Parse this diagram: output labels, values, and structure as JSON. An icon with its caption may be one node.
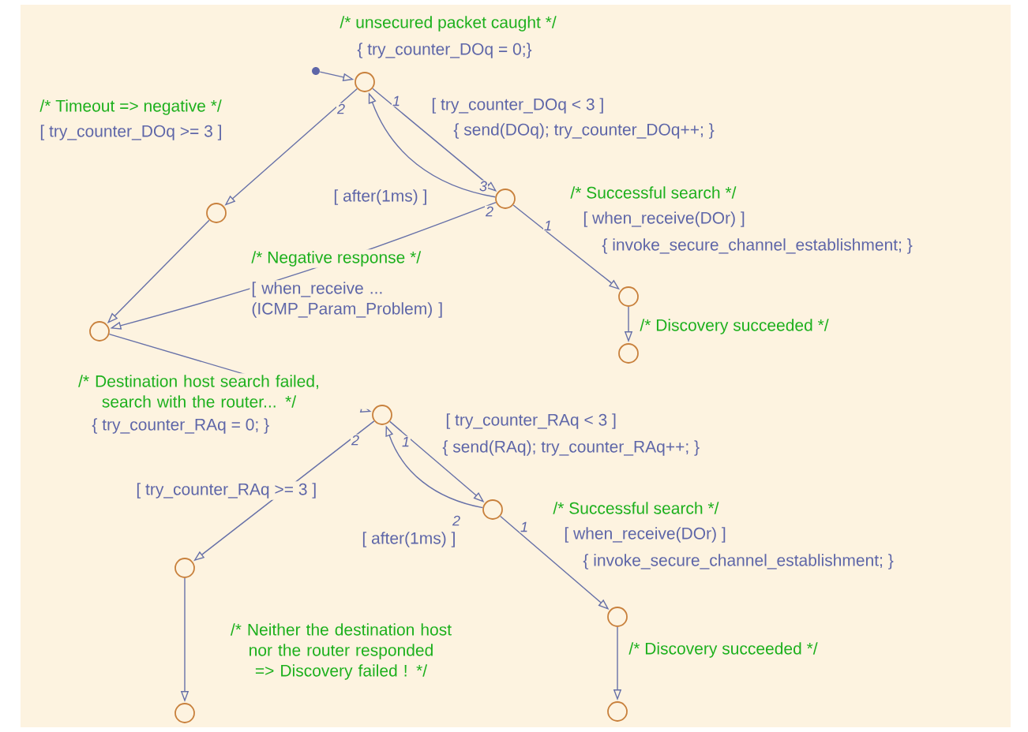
{
  "diagram": {
    "nodes": [
      {
        "text": [],
        "shape": "dot"
      },
      {
        "text": [],
        "shape": "circle"
      },
      {
        "text": [],
        "shape": "circle"
      },
      {
        "text": [],
        "shape": "circle"
      },
      {
        "text": [],
        "shape": "circle"
      },
      {
        "text": [],
        "shape": "circle"
      },
      {
        "text": [],
        "shape": "circle"
      },
      {
        "text": [],
        "shape": "circle"
      },
      {
        "text": [],
        "shape": "circle"
      },
      {
        "text": [],
        "shape": "circle"
      },
      {
        "text": [],
        "shape": "circle"
      },
      {
        "text": [],
        "shape": "circle"
      },
      {
        "text": [],
        "shape": "circle"
      }
    ],
    "edges": [
      {
        "from": 0,
        "to": 1,
        "arrow": "to",
        "label": "/* unsecured packet caught */"
      },
      {
        "from": 1,
        "to": 3,
        "arrow": "to",
        "label": "/* Timeout => negative */"
      },
      {
        "from": 1,
        "to": 2,
        "arrow": "to",
        "label": "[ try_counter_DOq < 3 ]"
      },
      {
        "from": 2,
        "to": 1,
        "arrow": "to",
        "label": "[ after(1ms) ]"
      },
      {
        "from": 2,
        "to": 5,
        "arrow": "to",
        "label": "/* Successful search */"
      },
      {
        "from": 5,
        "to": 6,
        "arrow": "to",
        "label": "/* Discovery succeeded */"
      },
      {
        "from": 2,
        "to": 4,
        "arrow": "to",
        "label": "/* Negative response */"
      },
      {
        "from": 3,
        "to": 4,
        "arrow": "to"
      },
      {
        "from": 4,
        "to": 7,
        "arrow": "to",
        "label": "/* Destination host search failed, search with the router... */"
      },
      {
        "from": 7,
        "to": 9,
        "arrow": "to",
        "label": "[ try_counter_RAq >= 3 ]"
      },
      {
        "from": 7,
        "to": 8,
        "arrow": "to",
        "label": "[ try_counter_RAq < 3 ]"
      },
      {
        "from": 8,
        "to": 7,
        "arrow": "to",
        "label": "[ after(1ms) ]"
      },
      {
        "from": 8,
        "to": 11,
        "arrow": "to",
        "label": "/* Successful search */"
      },
      {
        "from": 11,
        "to": 12,
        "arrow": "to",
        "label": "/* Discovery succeeded */"
      },
      {
        "from": 9,
        "to": 10,
        "arrow": "to",
        "label": "/* Neither the destination host nor the router responded => Discovery failed ! */"
      }
    ],
    "labels": [
      "{ try_counter_DOq = 0;}",
      "[ try_counter_DOq >= 3 ]",
      "2",
      "1",
      "{ send(DOq); try_counter_DOq++; }",
      "3",
      "2",
      "1",
      "[ when_receive(DOr) ]",
      "{ invoke_secure_channel_establishment; }",
      "[ when_receive ... (ICMP_Param_Problem) ]",
      "{ try_counter_RAq = 0; }",
      "2",
      "1",
      "{ send(RAq); try_counter_RAq++; }",
      "2",
      "1",
      "[ when_receive(DOr) ]",
      "{ invoke_secure_channel_establishment; }"
    ]
  }
}
